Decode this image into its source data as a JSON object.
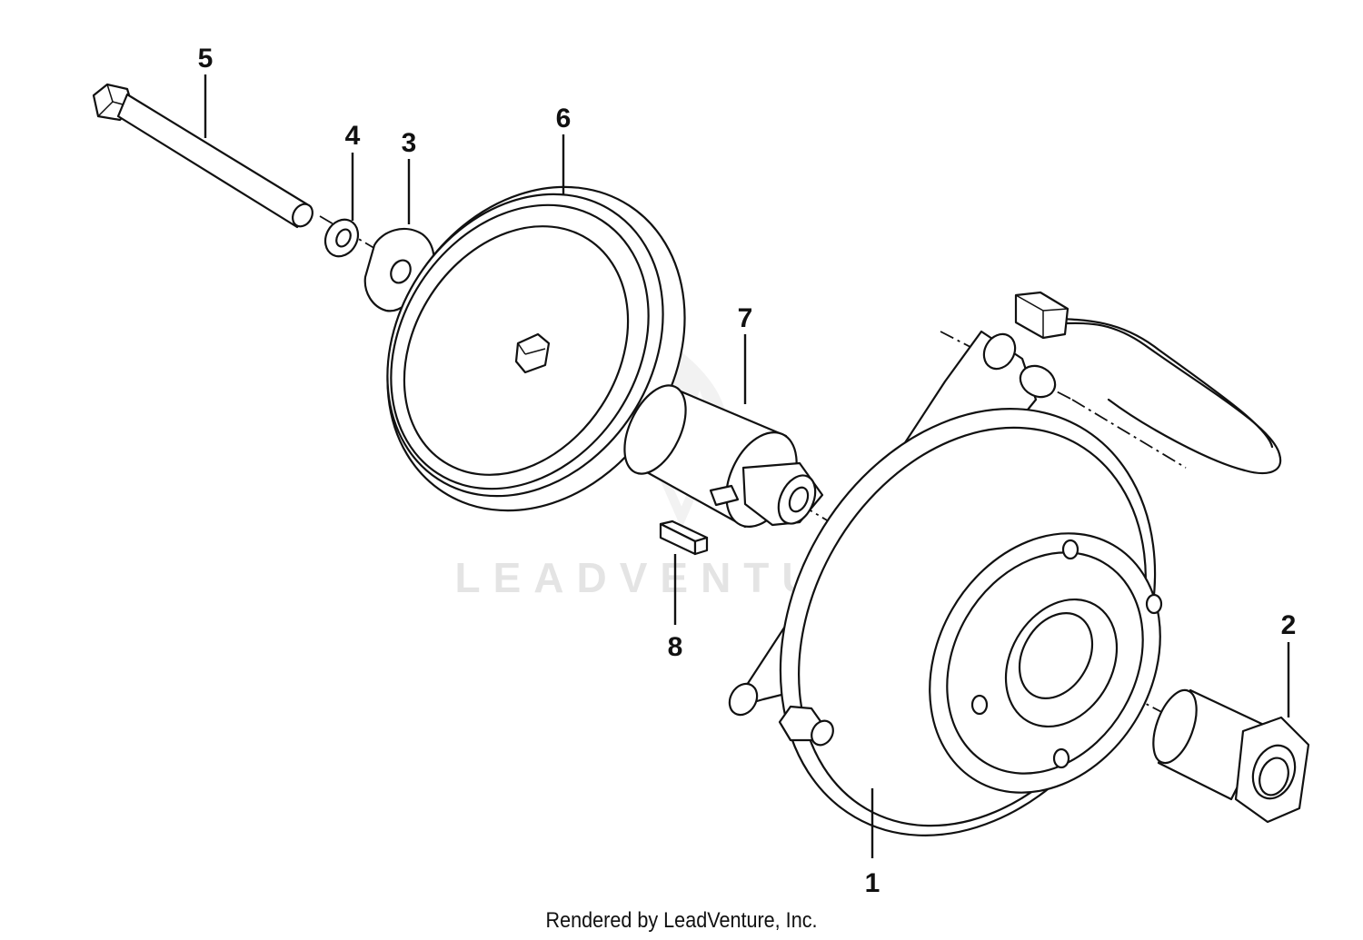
{
  "watermark": "LEADVENTURE",
  "footer": "Rendered by LeadVenture, Inc.",
  "callouts": [
    "1",
    "2",
    "3",
    "4",
    "5",
    "6",
    "7",
    "8"
  ]
}
